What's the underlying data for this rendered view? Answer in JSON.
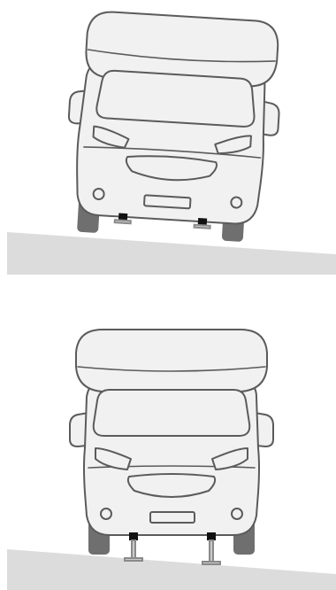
{
  "panels": [
    {
      "id": "before",
      "state": "jacks-retracted"
    },
    {
      "id": "after",
      "state": "jacks-extended"
    }
  ],
  "colors": {
    "outline": "#5b5b5b",
    "body_fill": "#f1f1f1",
    "ground": "#dcdcdc",
    "tire": "#6f6f6f",
    "jack_foot": "#111111",
    "jack_leg": "#c9c9c9"
  }
}
